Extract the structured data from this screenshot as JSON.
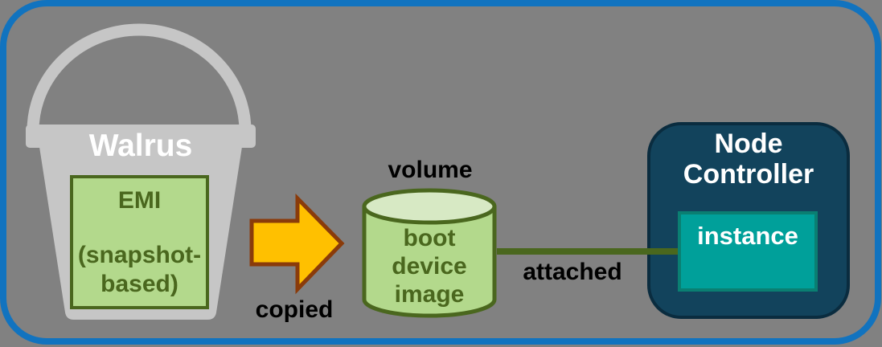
{
  "diagram": {
    "background_color": "#818181",
    "frame_color": "#1173BF",
    "bucket": {
      "label": "Walrus",
      "label_color": "#FFFFFF",
      "fill": "#C6C6C6"
    },
    "emi_box": {
      "title": "EMI",
      "subtitle": "(snapshot-based)",
      "fill": "#B3D98C",
      "border_color": "#4A671E"
    },
    "copy_arrow": {
      "label": "copied",
      "fill": "#FFC000",
      "border_color": "#8A3B0A"
    },
    "volume": {
      "label": "volume",
      "content": "boot device image",
      "fill": "#B3D98C",
      "top_fill": "#D7E9C4",
      "border_color": "#4A671E"
    },
    "connector": {
      "label": "attached",
      "color": "#4A671E"
    },
    "node_controller": {
      "title": "Node Controller",
      "fill": "#12435C",
      "border_color": "#0A2C3F",
      "title_color": "#FFFFFF"
    },
    "instance_box": {
      "label": "instance",
      "fill": "#00A09A",
      "border_color": "#0A7F72",
      "label_color": "#FFFFFF"
    }
  }
}
